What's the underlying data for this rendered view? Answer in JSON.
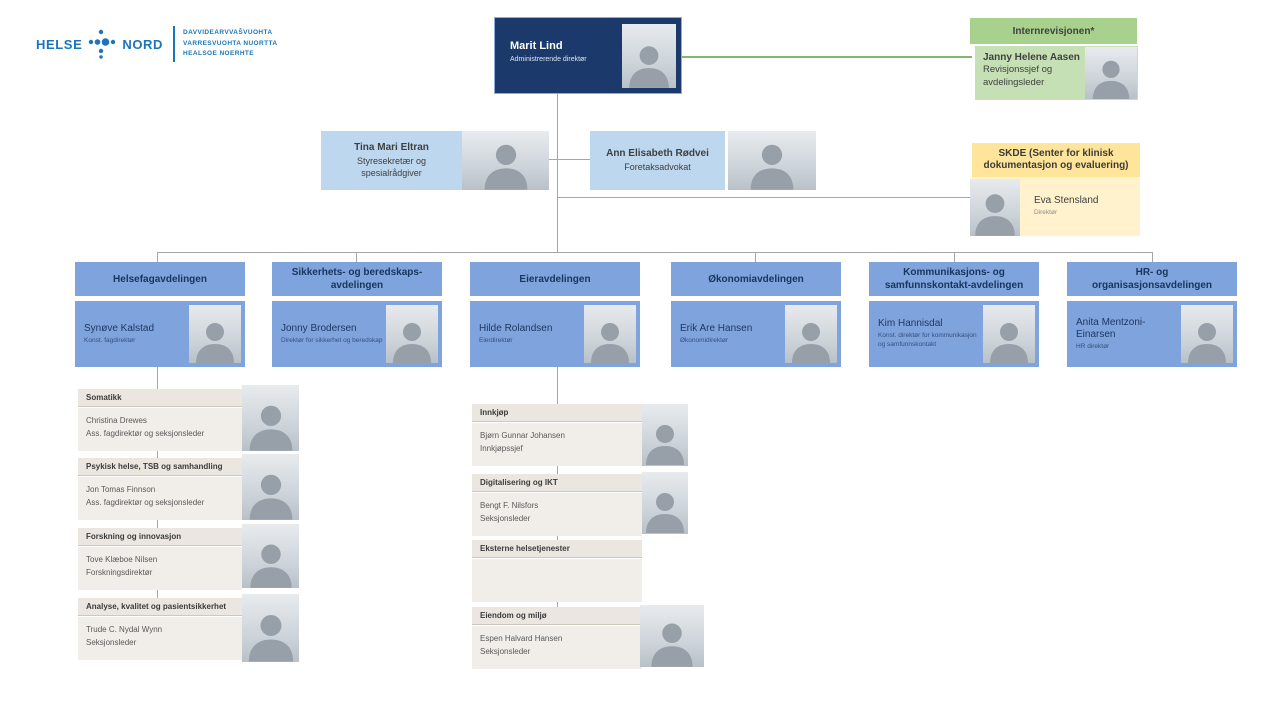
{
  "colors": {
    "navy": "#1B3A6B",
    "medium_blue": "#7FA3DC",
    "light_blue": "#BDD7EE",
    "green_header": "#A9D18E",
    "green_body": "#C5E0B4",
    "yellow_header": "#FFE599",
    "yellow_body": "#FFF2CC",
    "beige_header": "#EBE7E0",
    "beige_body": "#F1EEE9",
    "connector": "#A6A6A6",
    "connector_green": "#84B868",
    "logo_blue": "#1B75BB"
  },
  "logo": {
    "brand_left": "HELSE",
    "brand_right": "NORD",
    "tagline": [
      "DAVVIDEARVVAŠVUOHTA",
      "VARRESVUOHTA NUORTTA",
      "HEALSOE NOERHTE"
    ]
  },
  "ceo": {
    "name": "Marit Lind",
    "title": "Administrerende direktør"
  },
  "internal_audit": {
    "header": "Internrevisjonen*",
    "name": "Janny Helene Aasen",
    "title": "Revisjonssjef og avdelingsleder"
  },
  "board_secretary": {
    "name": "Tina Mari Eltran",
    "title": "Styresekretær og\nspesialrådgiver"
  },
  "attorney": {
    "name": "Ann Elisabeth Rødvei",
    "title": "Foretaksadvokat"
  },
  "skde": {
    "header": "SKDE (Senter for klinisk dokumentasjon og evaluering)",
    "name": "Eva Stensland",
    "title": "Direktør"
  },
  "departments": [
    {
      "title": "Helsefagavdelingen",
      "leader": {
        "name": "Synøve Kalstad",
        "title": "Konst. fagdirektør"
      },
      "subunits": [
        {
          "unit": "Somatikk",
          "name": "Christina Drewes",
          "title": "Ass. fagdirektør og seksjonsleder"
        },
        {
          "unit": "Psykisk helse, TSB og samhandling",
          "name": "Jon Tomas Finnson",
          "title": "Ass. fagdirektør og seksjonsleder"
        },
        {
          "unit": "Forskning og innovasjon",
          "name": "Tove Klæboe Nilsen",
          "title": "Forskningsdirektør"
        },
        {
          "unit": "Analyse, kvalitet og pasientsikkerhet",
          "name": "Trude C. Nydal Wynn",
          "title": "Seksjonsleder"
        }
      ]
    },
    {
      "title": "Sikkerhets- og beredskaps- avdelingen",
      "leader": {
        "name": "Jonny Brodersen",
        "title": "Direktør for sikkerhet og beredskap"
      },
      "subunits": []
    },
    {
      "title": "Eieravdelingen",
      "leader": {
        "name": "Hilde Rolandsen",
        "title": "Eierdirektør"
      },
      "subunits": [
        {
          "unit": "Innkjøp",
          "name": "Bjørn Gunnar Johansen",
          "title": "Innkjøpssjef"
        },
        {
          "unit": "Digitalisering og IKT",
          "name": "Bengt F. Nilsfors",
          "title": "Seksjonsleder"
        },
        {
          "unit": "Eksterne helsetjenester",
          "name": "",
          "title": ""
        },
        {
          "unit": "Eiendom og miljø",
          "name": "Espen Halvard Hansen",
          "title": "Seksjonsleder"
        }
      ]
    },
    {
      "title": "Økonomiavdelingen",
      "leader": {
        "name": "Erik Are Hansen",
        "title": "Økonomidirektør"
      },
      "subunits": []
    },
    {
      "title": "Kommunikasjons- og samfunnskontakt-avdelingen",
      "leader": {
        "name": "Kim Hannisdal",
        "title": "Konst. direktør for kommunikasjon og samfunnskontakt"
      },
      "subunits": []
    },
    {
      "title": "HR- og organisasjonsavdelingen",
      "leader": {
        "name": "Anita Mentzoni- Einarsen",
        "title": "HR direktør"
      },
      "subunits": []
    }
  ]
}
